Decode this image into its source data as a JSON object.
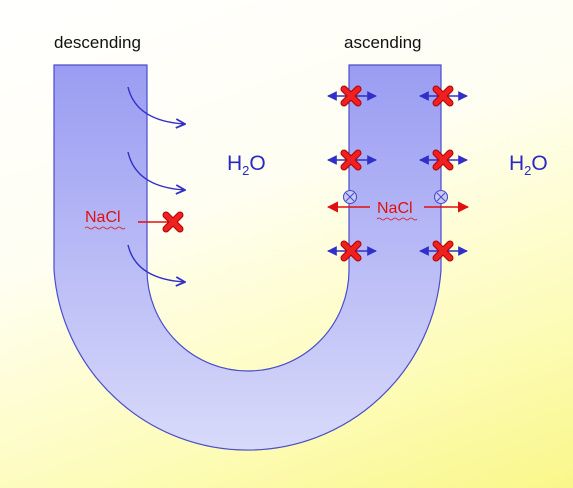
{
  "labels": {
    "descending": "descending",
    "ascending": "ascending",
    "water_main": "H",
    "water_sub": "2",
    "water_tail": "O",
    "salt_left": "NaCl",
    "salt_right": "NaCl"
  },
  "colors": {
    "tube_top": "#9a9cf2",
    "tube_bottom": "#d8dafa",
    "tube_stroke": "#4a4ccc",
    "water_arrow": "#3030c8",
    "salt_arrow": "#e01010",
    "block_mark": "#e81818"
  },
  "icons": {
    "block": "red-x-block-icon",
    "pump": "circled-x-pump-icon"
  }
}
